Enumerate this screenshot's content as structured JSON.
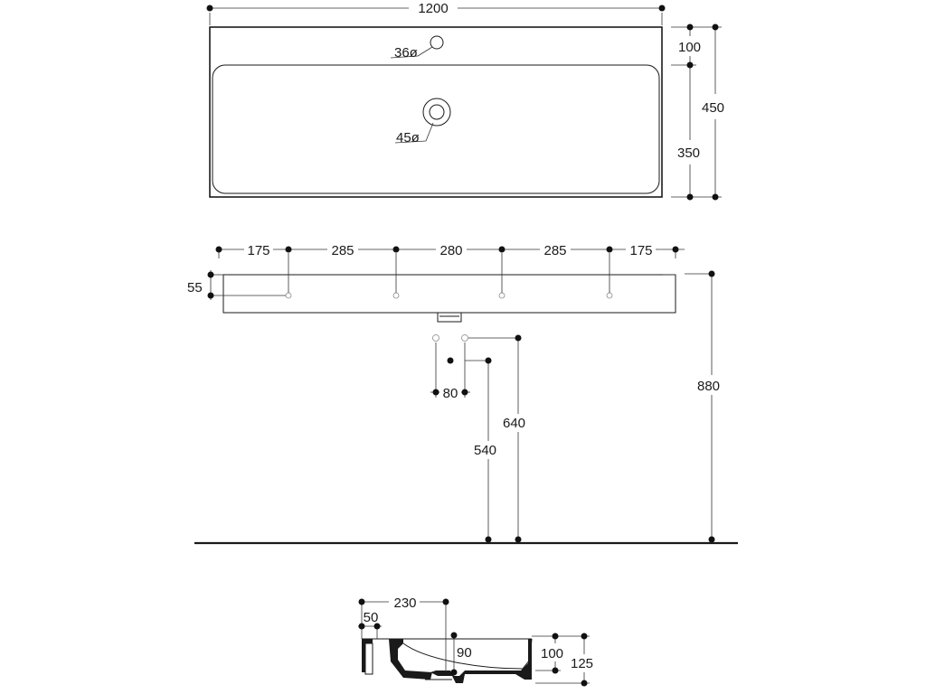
{
  "top_view": {
    "width": "1200",
    "depth_total": "450",
    "depth_rim": "100",
    "depth_basin": "350",
    "tap_hole": "36ø",
    "drain_hole": "45ø"
  },
  "front_view": {
    "spacings": [
      "175",
      "285",
      "280",
      "285",
      "175"
    ],
    "bracket_offset": "55",
    "supply_spacing": "80",
    "supply_height": "640",
    "drain_height": "540",
    "rim_height": "880"
  },
  "section_view": {
    "depth": "230",
    "wall": "50",
    "inner_depth": "90",
    "height_inner": "100",
    "height_total": "125"
  }
}
